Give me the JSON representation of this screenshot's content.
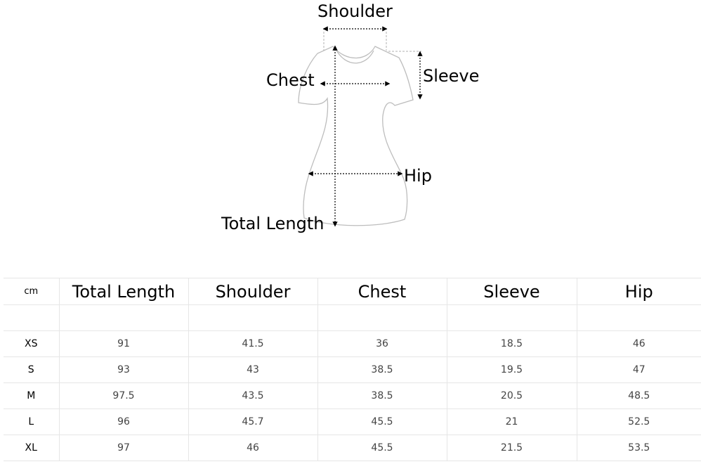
{
  "diagram": {
    "labels": {
      "shoulder": "Shoulder",
      "chest": "Chest",
      "sleeve": "Sleeve",
      "hip": "Hip",
      "total_length": "Total Length"
    },
    "colors": {
      "outline": "#bdbdbd",
      "arrow": "#000000",
      "guide": "#b0b0b0"
    }
  },
  "table": {
    "unit": "cm",
    "headers": [
      "Total Length",
      "Shoulder",
      "Chest",
      "Sleeve",
      "Hip"
    ],
    "rows": [
      {
        "size": "XS",
        "values": [
          "91",
          "41.5",
          "36",
          "18.5",
          "46"
        ]
      },
      {
        "size": "S",
        "values": [
          "93",
          "43",
          "38.5",
          "19.5",
          "47"
        ]
      },
      {
        "size": "M",
        "values": [
          "97.5",
          "43.5",
          "38.5",
          "20.5",
          "48.5"
        ]
      },
      {
        "size": "L",
        "values": [
          "96",
          "45.7",
          "45.5",
          "21",
          "52.5"
        ]
      },
      {
        "size": "XL",
        "values": [
          "97",
          "46",
          "45.5",
          "21.5",
          "53.5"
        ]
      }
    ]
  }
}
